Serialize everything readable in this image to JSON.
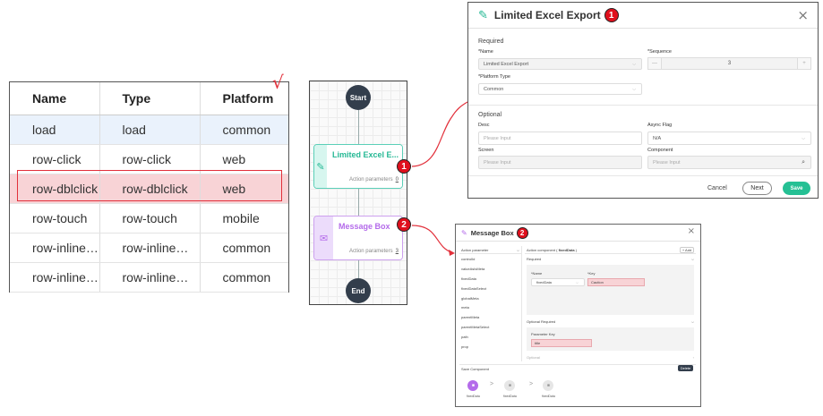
{
  "events_table": {
    "headers": [
      "Name",
      "Type",
      "Platform"
    ],
    "rows": [
      [
        "load",
        "load",
        "common"
      ],
      [
        "row-click",
        "row-click",
        "web"
      ],
      [
        "row-dblclick",
        "row-dblclick",
        "web"
      ],
      [
        "row-touch",
        "row-touch",
        "mobile"
      ],
      [
        "row-inline…",
        "row-inline…",
        "common"
      ],
      [
        "row-inline…",
        "row-inline…",
        "common"
      ]
    ],
    "check_mark": "√"
  },
  "flow": {
    "start_label": "Start",
    "end_label": "End",
    "action1_title": "Limited Excel E...",
    "action1_params_label": "Action parameters",
    "action1_params_count": "0",
    "action2_title": "Message Box",
    "action2_params_label": "Action parameters",
    "action2_params_count": "3"
  },
  "badges": {
    "one": "1",
    "two": "2"
  },
  "dialog_export": {
    "title": "Limited Excel Export",
    "close": "×",
    "required_title": "Required",
    "name_label": "*Name",
    "name_value": "Limited Excel Export",
    "sequence_label": "*Sequence",
    "sequence_value": "3",
    "stepper_minus": "—",
    "stepper_plus": "+",
    "platform_label": "*Platform Type",
    "platform_value": "Common",
    "optional_title": "Optional",
    "desc_label": "Desc",
    "desc_placeholder": "Please Input",
    "async_label": "Async Flag",
    "async_value": "N/A",
    "screen_label": "Screen",
    "screen_placeholder": "Please Input",
    "component_label": "Component",
    "component_placeholder": "Please Input",
    "cancel": "Cancel",
    "next": "Next",
    "save": "Save"
  },
  "dialog_message": {
    "title": "Message Box",
    "close": "×",
    "action_parameter": "Action parameter",
    "params": [
      "controlId",
      "valueAsIsMeta",
      "fixedData",
      "fixedDataSelect",
      "globalMeta",
      "meta",
      "parentMeta",
      "parentMetaSelect",
      "path",
      "prop"
    ],
    "action_component": "Action component ( ",
    "action_component_name": "fixedData",
    "action_component_close": " )",
    "add_button": "+ Add",
    "required": "Required",
    "name_label": "*Name",
    "name_value": "fixedData",
    "key_label": "*Key",
    "key_value": "Caution",
    "optional_required": "Optional Required",
    "parameter_key": "Parameter Key",
    "parameter_key_value": "title",
    "optional": "Optional",
    "saved_component": "Save Component",
    "delete_button": "Delete",
    "steps": [
      "fixedData",
      "fixedData",
      "fixedData"
    ]
  },
  "colors": {
    "green": "#25b894",
    "purple": "#b46bea",
    "red": "#e2303b",
    "dark_node": "#333e4c"
  }
}
